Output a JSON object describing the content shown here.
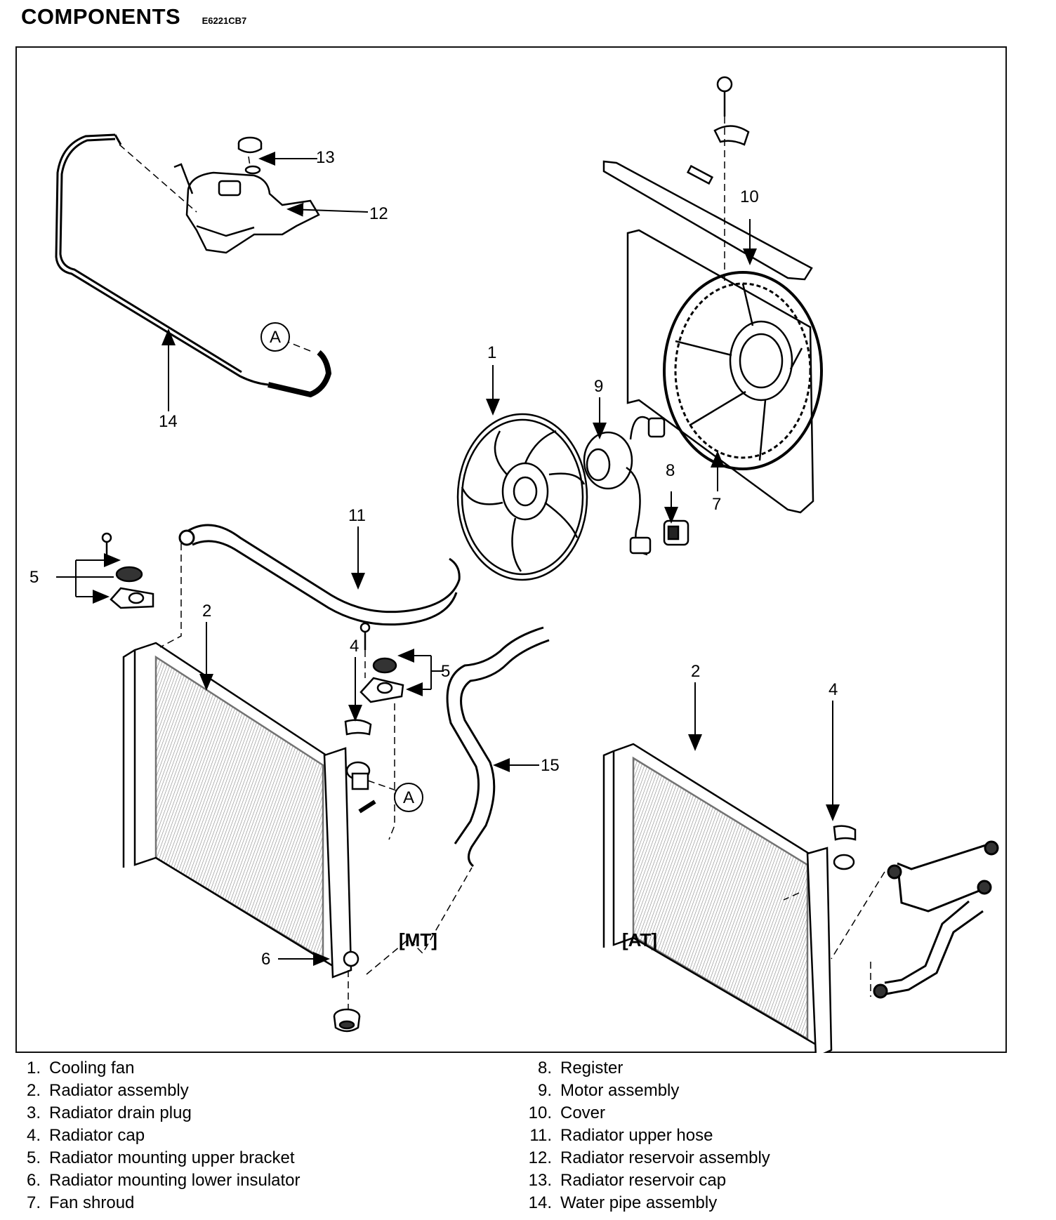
{
  "header": {
    "title": "COMPONENTS",
    "code": "E6221CB7"
  },
  "callouts": {
    "n1": "1",
    "n2_mt": "2",
    "n2_at": "2",
    "n4_mt": "4",
    "n4_at": "4",
    "n5_left": "5",
    "n5_right": "5",
    "n6": "6",
    "n7": "7",
    "n8": "8",
    "n9": "9",
    "n10": "10",
    "n11": "11",
    "n12": "12",
    "n13": "13",
    "n14": "14",
    "n15": "15",
    "a_top": "A",
    "a_bottom": "A",
    "mt": "[MT]",
    "at": "[AT]"
  },
  "legend": {
    "left": [
      {
        "num": "1.",
        "label": "Cooling fan"
      },
      {
        "num": "2.",
        "label": "Radiator assembly"
      },
      {
        "num": "3.",
        "label": "Radiator drain plug"
      },
      {
        "num": "4.",
        "label": "Radiator cap"
      },
      {
        "num": "5.",
        "label": "Radiator mounting upper bracket"
      },
      {
        "num": "6.",
        "label": "Radiator mounting lower insulator"
      },
      {
        "num": "7.",
        "label": "Fan shroud"
      }
    ],
    "right": [
      {
        "num": "8.",
        "label": "Register"
      },
      {
        "num": "9.",
        "label": "Motor assembly"
      },
      {
        "num": "10.",
        "label": "Cover"
      },
      {
        "num": "11.",
        "label": "Radiator upper hose"
      },
      {
        "num": "12.",
        "label": "Radiator reservoir assembly"
      },
      {
        "num": "13.",
        "label": "Radiator reservoir cap"
      },
      {
        "num": "14.",
        "label": "Water pipe assembly"
      }
    ]
  }
}
